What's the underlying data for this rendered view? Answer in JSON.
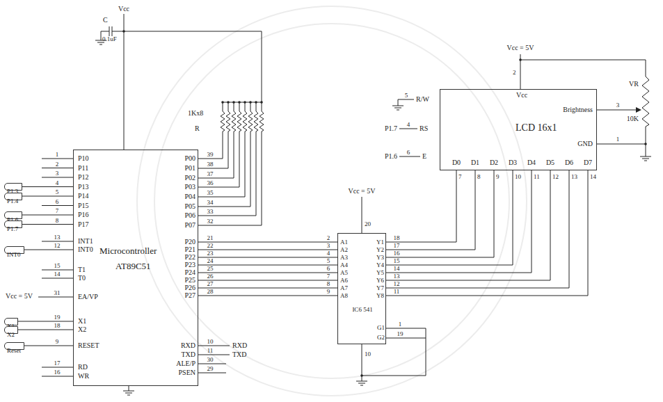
{
  "diagram": {
    "nodes": [
      {
        "text": [
          "Microcontroller",
          "AT89C51"
        ]
      },
      {
        "text": [
          "IC6 541"
        ]
      },
      {
        "text": [
          "LCD 16x1"
        ]
      },
      {
        "text": [
          "P1.3"
        ]
      },
      {
        "text": [
          "P1.4"
        ]
      },
      {
        "text": [
          "P1.6"
        ]
      },
      {
        "text": [
          "P1.7"
        ]
      },
      {
        "text": [
          "INT0"
        ]
      },
      {
        "text": [
          "X1"
        ]
      },
      {
        "text": [
          "X2"
        ]
      },
      {
        "text": [
          "Reset"
        ]
      }
    ],
    "edges": [
      {
        "from": 3,
        "to": 0,
        "arrow": "none"
      },
      {
        "from": 4,
        "to": 0,
        "arrow": "none"
      },
      {
        "from": 5,
        "to": 0,
        "arrow": "none"
      },
      {
        "from": 6,
        "to": 0,
        "arrow": "none"
      },
      {
        "from": 7,
        "to": 0,
        "arrow": "none"
      },
      {
        "from": 8,
        "to": 0,
        "arrow": "none"
      },
      {
        "from": 9,
        "to": 0,
        "arrow": "none"
      },
      {
        "from": 10,
        "to": 0,
        "arrow": "none"
      }
    ],
    "labels": [
      "C",
      "0.1uF",
      "Vcc",
      "1Kx8",
      "R",
      "P10",
      "P11",
      "P12",
      "P13",
      "P14",
      "P15",
      "P16",
      "P17",
      "INT1",
      "INT0",
      "T1",
      "T0",
      "EA/VP",
      "X1",
      "X2",
      "RESET",
      "RD",
      "WR",
      "1",
      "2",
      "3",
      "4",
      "5",
      "6",
      "7",
      "8",
      "13",
      "12",
      "15",
      "14",
      "31",
      "19",
      "18",
      "9",
      "17",
      "16",
      "Vcc = 5V",
      "P00",
      "P01",
      "P02",
      "P03",
      "P04",
      "P05",
      "P06",
      "P07",
      "P20",
      "P21",
      "P22",
      "P23",
      "P24",
      "P25",
      "P26",
      "P27",
      "39",
      "38",
      "37",
      "36",
      "35",
      "34",
      "33",
      "32",
      "21",
      "22",
      "23",
      "24",
      "25",
      "26",
      "27",
      "28",
      "RXD",
      "10",
      "RXD",
      "TXD",
      "11",
      "TXD",
      "ALE/P",
      "30",
      "PSEN",
      "29",
      "Vcc = 5V",
      "20",
      "2",
      "3",
      "4",
      "5",
      "6",
      "7",
      "8",
      "9",
      "A1",
      "A2",
      "A3",
      "A4",
      "A5",
      "A6",
      "A7",
      "A8",
      "Y1",
      "Y2",
      "Y3",
      "Y4",
      "Y5",
      "Y6",
      "Y7",
      "Y8",
      "18",
      "17",
      "16",
      "15",
      "14",
      "13",
      "12",
      "11",
      "G1",
      "1",
      "G2",
      "19",
      "10",
      "R/W",
      "5",
      "RS",
      "4",
      "E",
      "6",
      "P1.7",
      "P1.6",
      "Vcc",
      "Brightness",
      "GND",
      "D0",
      "D1",
      "D2",
      "D3",
      "D4",
      "D5",
      "D6",
      "D7",
      "7",
      "8",
      "9",
      "10",
      "11",
      "12",
      "13",
      "14",
      "Vcc = 5V",
      "2",
      "3",
      "VR",
      "10K",
      "1"
    ]
  }
}
